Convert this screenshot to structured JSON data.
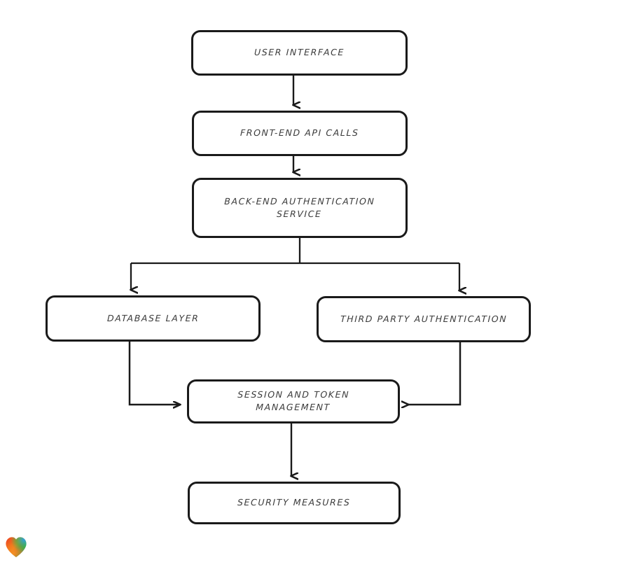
{
  "diagram": {
    "type": "flowchart",
    "orientation": "top-down",
    "background_color": "#ffffff",
    "node_border_color": "#1a1a1a",
    "node_fill_color": "#ffffff",
    "text_color": "#3b3b3b",
    "edge_color": "#1a1a1a",
    "nodes": [
      {
        "id": "user-interface",
        "label": "User Interface"
      },
      {
        "id": "frontend-api",
        "label": "Front-End API Calls"
      },
      {
        "id": "backend-auth",
        "label": "Back-End Authentication\nService"
      },
      {
        "id": "database-layer",
        "label": "Database Layer"
      },
      {
        "id": "third-party-auth",
        "label": "Third Party Authentication"
      },
      {
        "id": "session-token",
        "label": "Session and Token\nManagement"
      },
      {
        "id": "security",
        "label": "Security Measures"
      }
    ],
    "edges": [
      {
        "from": "user-interface",
        "to": "frontend-api",
        "style": "straight-down"
      },
      {
        "from": "frontend-api",
        "to": "backend-auth",
        "style": "straight-down"
      },
      {
        "from": "backend-auth",
        "to": "database-layer",
        "style": "split-left"
      },
      {
        "from": "backend-auth",
        "to": "third-party-auth",
        "style": "split-right"
      },
      {
        "from": "database-layer",
        "to": "session-token",
        "style": "elbow-right-entry"
      },
      {
        "from": "third-party-auth",
        "to": "session-token",
        "style": "elbow-left-entry"
      },
      {
        "from": "session-token",
        "to": "security",
        "style": "straight-down"
      }
    ]
  },
  "branding": {
    "logo_icon": "heart-icon",
    "logo_colors": [
      "#e8342a",
      "#f59b1e",
      "#f78022",
      "#2f9fe0",
      "#2db84d"
    ]
  }
}
